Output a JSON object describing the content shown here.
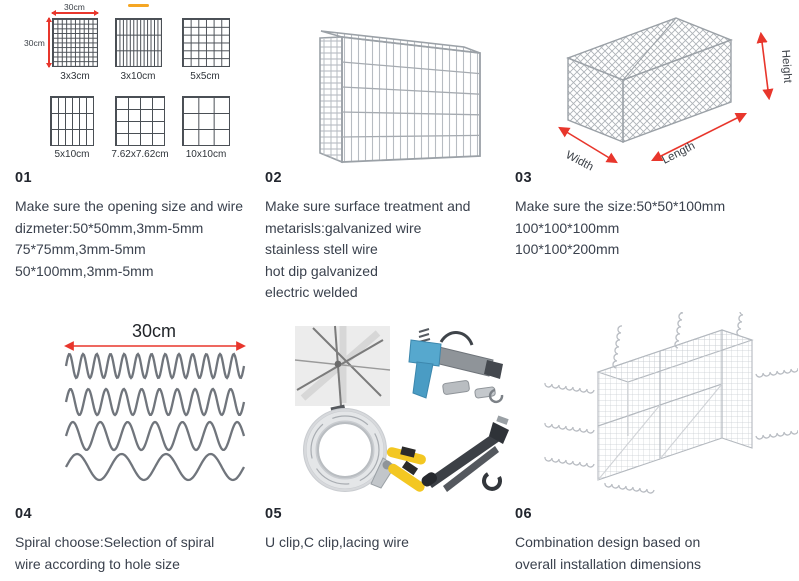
{
  "accent_bar": {
    "color": "#F5A623"
  },
  "colors": {
    "number": "#22262E",
    "body_text": "#3A414D",
    "arrow_red": "#E8362C",
    "grid_line": "#4A4F55",
    "wire_gray": "#9BA1A7",
    "wire_light": "#B7BCC2"
  },
  "sections": [
    {
      "number": "01",
      "lines": [
        "Make sure the opening size and wire",
        "dizmeter:50*50mm,3mm-5mm",
        "75*75mm,3mm-5mm",
        "50*100mm,3mm-5mm"
      ]
    },
    {
      "number": "02",
      "lines": [
        "Make sure surface treatment and",
        "metarisls:galvanized wire",
        "stainless stell wire",
        "hot dip galvanized",
        "electric welded"
      ]
    },
    {
      "number": "03",
      "lines": [
        "Make sure the size:50*50*100mm",
        "100*100*100mm",
        "100*100*200mm"
      ]
    },
    {
      "number": "04",
      "lines": [
        "Spiral choose:Selection of spiral",
        "wire according to hole size"
      ]
    },
    {
      "number": "05",
      "lines": [
        "U clip,C clip,lacing wire"
      ]
    },
    {
      "number": "06",
      "lines": [
        "Combination design based on",
        "overall installation dimensions"
      ]
    }
  ],
  "mesh_panel": {
    "dim_top": "30cm",
    "dim_left": "30cm",
    "tiles": [
      {
        "label": "3x3cm",
        "cols": 10,
        "rows": 10
      },
      {
        "label": "3x10cm",
        "cols": 13,
        "rows": 3
      },
      {
        "label": "5x5cm",
        "cols": 6,
        "rows": 6
      },
      {
        "label": "5x10cm",
        "cols": 6,
        "rows": 3
      },
      {
        "label": "7.62x7.62cm",
        "cols": 4,
        "rows": 4
      },
      {
        "label": "10x10cm",
        "cols": 3,
        "rows": 3
      }
    ]
  },
  "gabion_box": {
    "width_label": "Width",
    "length_label": "Length",
    "height_label": "Height"
  },
  "spiral_panel": {
    "dim_label": "30cm",
    "wave_cycles": [
      13,
      10,
      6.5,
      4
    ]
  }
}
